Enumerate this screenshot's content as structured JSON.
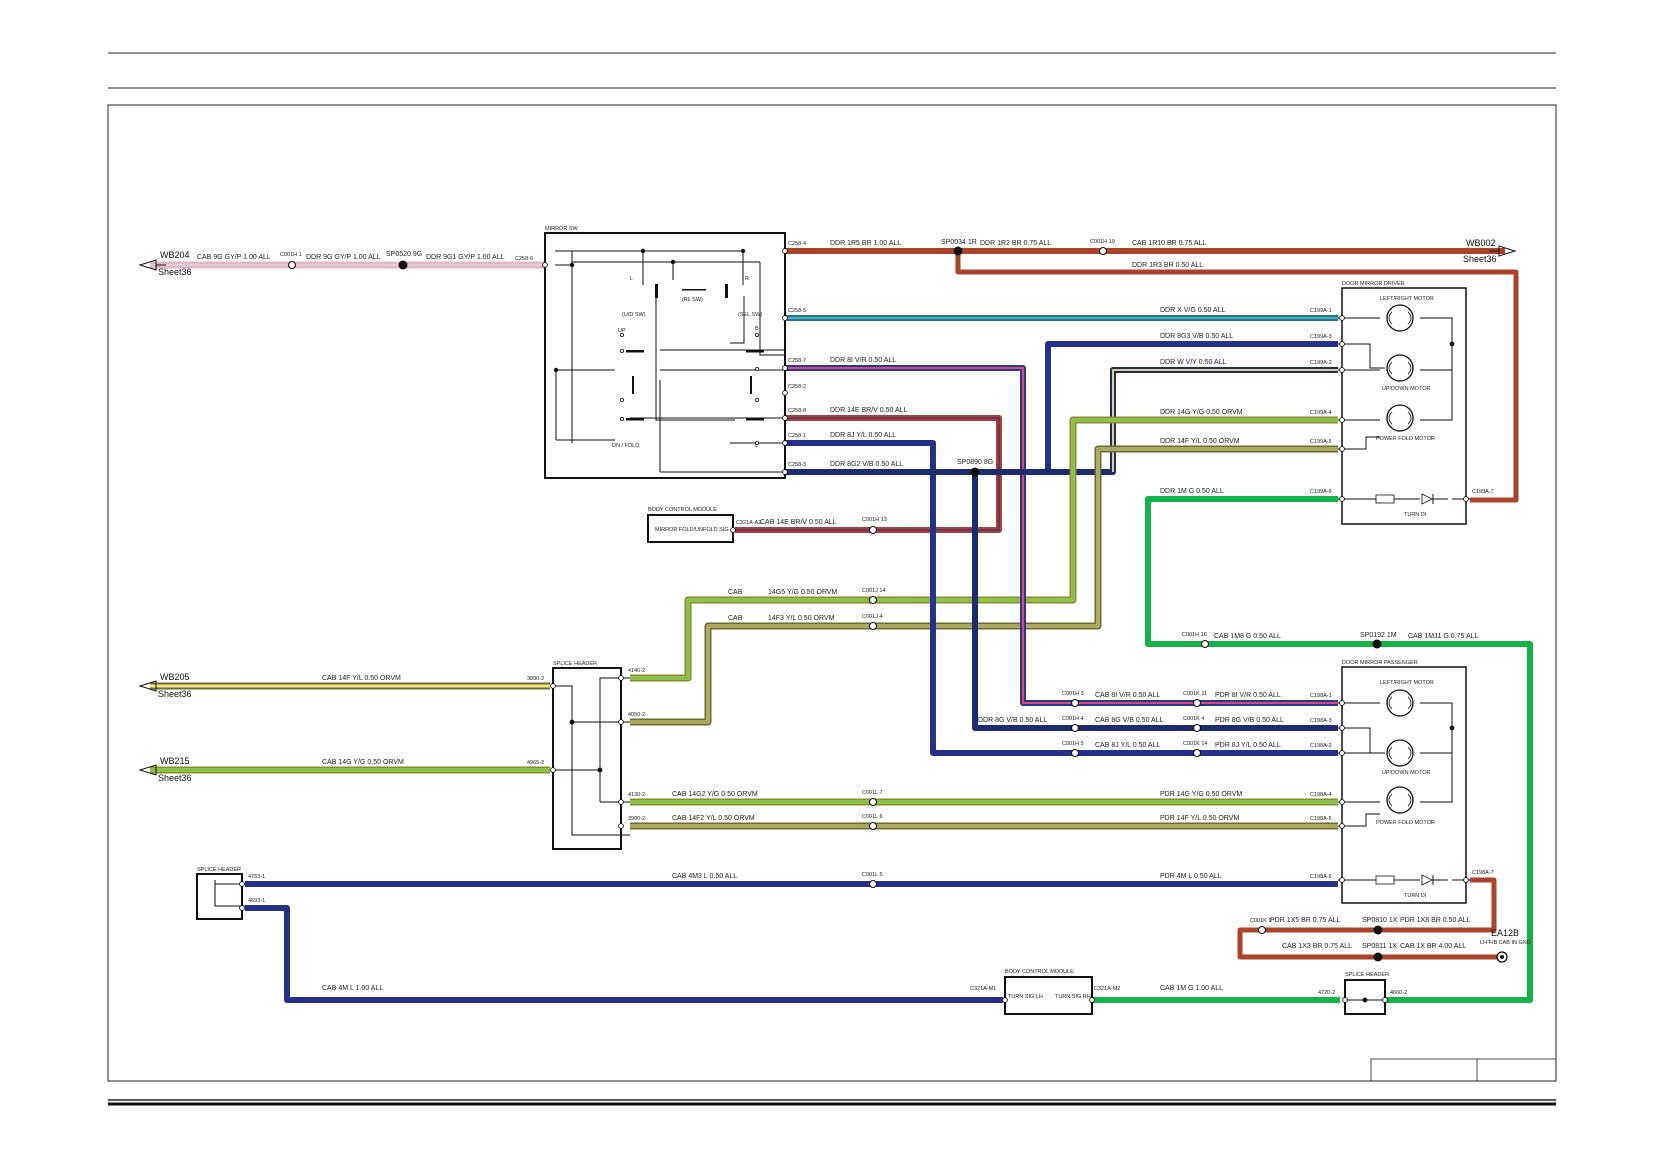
{
  "offsheet": {
    "wb204": {
      "ref": "WB204",
      "sheet": "Sheet36"
    },
    "wb002": {
      "ref": "WB002",
      "sheet": "Sheet36"
    },
    "wb205": {
      "ref": "WB205",
      "sheet": "Sheet36"
    },
    "wb215": {
      "ref": "WB215",
      "sheet": "Sheet36"
    }
  },
  "components": {
    "mirror_sw": {
      "title": "MIRROR SW",
      "l": "L",
      "r": "R",
      "rl_sw": "(RL SW)",
      "ud_sw": "(U/D SW)",
      "sel_sw": "(SEL SW)",
      "up": "UP",
      "dn_fold": "DN / FOLD",
      "b": "B",
      "l2": "L"
    },
    "door_mirror_driver": {
      "title": "DOOR MIRROR DRIVER",
      "lr_motor": "LEFT/RIGHT MOTOR",
      "ud_motor": "UP/DOWN MOTOR",
      "pf_motor": "POWER FOLD MOTOR",
      "turn": "TURN DI"
    },
    "door_mirror_passenger": {
      "title": "DOOR MIRROR PASSENGER",
      "lr_motor": "LEFT/RIGHT MOTOR",
      "ud_motor": "UP/DOWN MOTOR",
      "pf_motor": "POWER FOLD MOTOR",
      "turn": "TURN DI"
    },
    "bcm1": {
      "title": "BODY CONTROL MODULE",
      "pin": "MIRROR FOLD/UNFOLD SIG"
    },
    "bcm2": {
      "title": "BODY CONTROL MODULE",
      "pin_lh": "TURN SIG LH",
      "pin_rh": "TURN SIG RH"
    },
    "splice_header_1": {
      "title": "SPLICE HEADER"
    },
    "splice_header_2": {
      "title": "SPLICE HEADER"
    },
    "splice_header_3": {
      "title": "SPLICE HEADER"
    },
    "ground": {
      "ref": "EA12B",
      "desc": "LH F/B CAB IN GND"
    }
  },
  "wires": [
    {
      "id": "w1a",
      "label": "CAB   9G GY/P 1.00 ALL"
    },
    {
      "id": "w1b",
      "label": "DDR   9G GY/P 1.00 ALL"
    },
    {
      "id": "w1c",
      "label": "DDR   9G1 GY/P 1.00 ALL"
    },
    {
      "id": "w2a",
      "label": "DDR   1R5 BR 1.00 ALL"
    },
    {
      "id": "w2b",
      "label": "DDR   1R2 BR 0.75 ALL"
    },
    {
      "id": "w2c",
      "label": "CAB   1R10 BR 0.75 ALL"
    },
    {
      "id": "w2d",
      "label": "DDR   1R3 BR 0.50 ALL"
    },
    {
      "id": "w3",
      "label": "DDR   X V/G 0.50 ALL"
    },
    {
      "id": "w4",
      "label": "DDR   8G3 V/B 0.50 ALL"
    },
    {
      "id": "w5",
      "label": "DDR   W V/Y 0.50 ALL"
    },
    {
      "id": "w6",
      "label": "DDR   14G Y/G 0.50 ORVM"
    },
    {
      "id": "w7",
      "label": "DDR   14F Y/L 0.50 ORVM"
    },
    {
      "id": "w8",
      "label": "DDR   1M G 0.50 ALL"
    },
    {
      "id": "w9",
      "label": "DDR   8I V/R 0.50 ALL"
    },
    {
      "id": "w10",
      "label": "DDR   14E BR/V 0.50 ALL"
    },
    {
      "id": "w11",
      "label": "DDR   8J Y/L 0.50 ALL"
    },
    {
      "id": "w12",
      "label": "DDR   8G2 V/B 0.50 ALL"
    },
    {
      "id": "w13",
      "label": "CAB   14E BR/V 0.50 ALL"
    },
    {
      "id": "w14a",
      "label": "CAB"
    },
    {
      "id": "w14b",
      "label": "14G5 Y/G 0.50 ORVM"
    },
    {
      "id": "w15a",
      "label": "CAB"
    },
    {
      "id": "w15b",
      "label": "14F3 Y/L 0.50 ORVM"
    },
    {
      "id": "w16",
      "label": "CAB   14F Y/L 0.50 ORVM"
    },
    {
      "id": "w17",
      "label": "CAB   14G Y/G 0.50 ORVM"
    },
    {
      "id": "w18a",
      "label": "CAB   1M8 G 0.50 ALL"
    },
    {
      "id": "w18b",
      "label": "CAB   1MJ1 G 0.75 ALL"
    },
    {
      "id": "w19a",
      "label": "CAB   8I V/R 0.50 ALL"
    },
    {
      "id": "w19b",
      "label": "PDR   8I V/R 0.50 ALL"
    },
    {
      "id": "w20a",
      "label": "DDR   8G V/B 0.50 ALL"
    },
    {
      "id": "w20b",
      "label": "CAB   8G V/B 0.50 ALL"
    },
    {
      "id": "w20c",
      "label": "PDR   8G V/B 0.50 ALL"
    },
    {
      "id": "w21a",
      "label": "CAB   8J Y/L 0.50 ALL"
    },
    {
      "id": "w21b",
      "label": "PDR   8J Y/L 0.50 ALL"
    },
    {
      "id": "w22a",
      "label": "CAB   14G2 Y/G 0.50 ORVM"
    },
    {
      "id": "w22b",
      "label": "PDR   14G Y/G 0.50 ORVM"
    },
    {
      "id": "w23a",
      "label": "CAB   14F2 Y/L 0.50 ORVM"
    },
    {
      "id": "w23b",
      "label": "PDR   14F Y/L 0.50 ORVM"
    },
    {
      "id": "w24a",
      "label": "CAB   4M3 L 0.50 ALL"
    },
    {
      "id": "w24b",
      "label": "PDR   4M L 0.50 ALL"
    },
    {
      "id": "w25a",
      "label": "PDR   1X5 BR 0.75 ALL"
    },
    {
      "id": "w25b",
      "label": "PDR   1X8 BR 0.50 ALL"
    },
    {
      "id": "w25c",
      "label": "CAB   1X3 BR 0.75 ALL"
    },
    {
      "id": "w25d",
      "label": "CAB   1X BR 4.00 ALL"
    },
    {
      "id": "w26",
      "label": "CAB   4M L 1.00 ALL"
    },
    {
      "id": "w27",
      "label": "CAB   1M G 1.00 ALL"
    }
  ],
  "splices": {
    "sp0520": "SP0520 9G",
    "sp0034": "SP0034 1R",
    "sp0890": "SP0890 8G",
    "sp0192": "SP0192 1M",
    "sp0810": "SP0810 1X",
    "sp0811": "SP0811 1X"
  },
  "connectors": {
    "c001h1": "C001H 1",
    "c2586": "C258-6",
    "c2584": "C258-4",
    "c001h19": "C001H 19",
    "c2585": "C258-5",
    "c2587": "C258-7",
    "c2582": "C258-2",
    "c2588": "C258-8",
    "c2581": "C258-1",
    "c2583": "C258-3",
    "c199a1": "C199A-1",
    "c199a3": "C199A-3",
    "c199a2": "C199A-2",
    "c199a4": "C199A-4",
    "c199a5": "C199A-5",
    "c199a6": "C199A-6",
    "c199a7": "C199A-7",
    "c321a2": "C321A-A2",
    "c001h13": "C001H 13",
    "c001j14": "C001J 14",
    "c001j4": "C001J 4",
    "c001h16": "C001H 16",
    "s41402": "4140-2",
    "s40502": "4050-2",
    "s38902": "3890-2",
    "s49652": "4965-2",
    "s41302": "4130-2",
    "s39002": "3900-2",
    "c001h3": "C001H 3",
    "c001h4": "C001H 4",
    "c001h5": "C001H 5",
    "c001k11": "C001K 11",
    "c001k4": "C001K 4",
    "c001k14": "C001K 14",
    "c198a1": "C198A-1",
    "c198a3": "C198A-3",
    "c198a2": "C198A-2",
    "c198a4": "C198A-4",
    "c198a5": "C198A-5",
    "c198a6": "C198A-6",
    "c198a7": "C198A-7",
    "c001l7": "C001L 7",
    "c001l6": "C001L 6",
    "c001l5": "C001L 5",
    "s47631": "4763-1",
    "s46931": "4693-1",
    "c001k1": "C001K 1",
    "c321am1": "C321A-M1",
    "c321am2": "C321A-M2",
    "s47202": "4720-2",
    "s46602": "4660-2"
  }
}
